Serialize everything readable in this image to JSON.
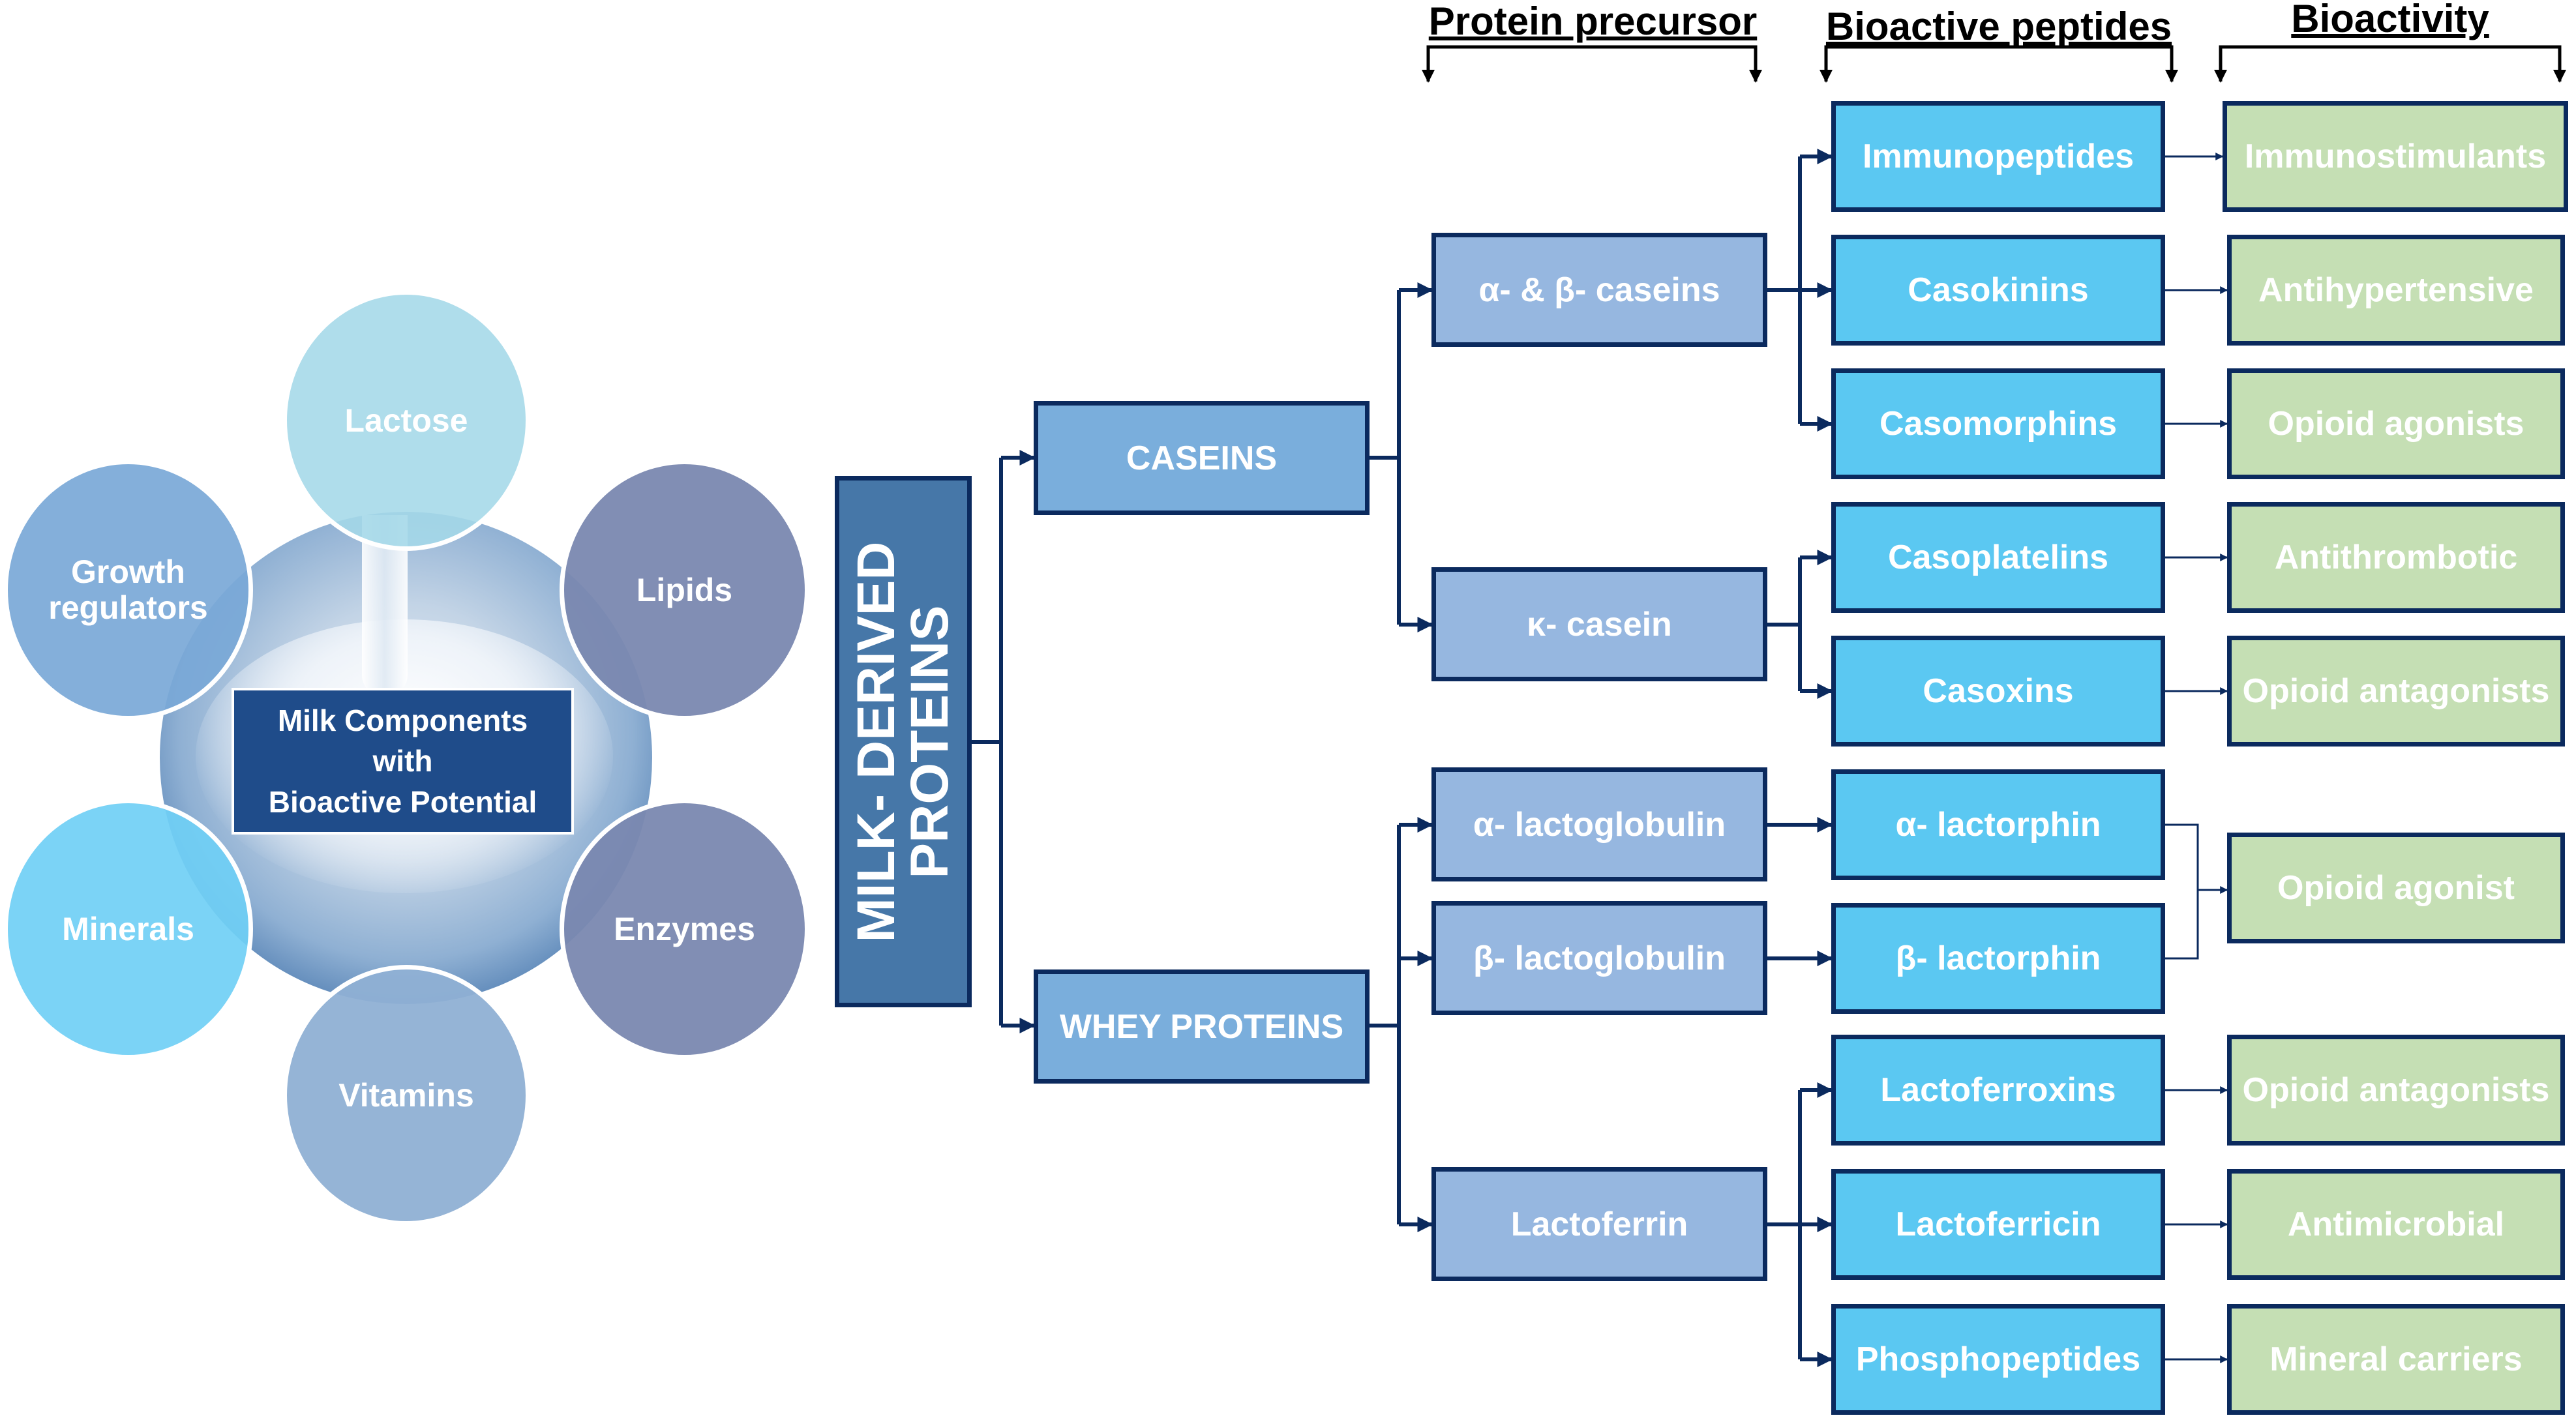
{
  "headers": {
    "protein_precursor": "Protein precursor",
    "bioactive_peptides": "Bioactive peptides",
    "bioactivity": "Bioactivity"
  },
  "milk_components": {
    "title_line1": "Milk Components",
    "title_line2": "with",
    "title_line3": "Bioactive Potential",
    "lactose": "Lactose",
    "lipids": "Lipids",
    "enzymes": "Enzymes",
    "vitamins": "Vitamins",
    "minerals": "Minerals",
    "growth_line1": "Growth",
    "growth_line2": "regulators"
  },
  "main": {
    "milk_derived_line1": "MILK- DERIVED",
    "milk_derived_line2": "PROTEINS"
  },
  "classes": {
    "caseins": "CASEINS",
    "whey": "WHEY PROTEINS"
  },
  "precursors": {
    "alpha_beta_caseins": "α- & β- caseins",
    "kappa_casein": "κ- casein",
    "alpha_lactoglobulin": "α- lactoglobulin",
    "beta_lactoglobulin": "β- lactoglobulin",
    "lactoferrin": "Lactoferrin"
  },
  "peptides": {
    "immunopeptides": "Immunopeptides",
    "casokinins": "Casokinins",
    "casomorphins": "Casomorphins",
    "casoplatelins": "Casoplatelins",
    "casoxins": "Casoxins",
    "alpha_lactorphin": "α- lactorphin",
    "beta_lactorphin": "β- lactorphin",
    "lactoferroxins": "Lactoferroxins",
    "lactoferricin": "Lactoferricin",
    "phosphopeptides": "Phosphopeptides"
  },
  "activities": {
    "immunostimulants": "Immunostimulants",
    "antihypertensive": "Antihypertensive",
    "opioid_agonists": "Opioid agonists",
    "antithrombotic": "Antithrombotic",
    "opioid_antagonists_1": "Opioid antagonists",
    "opioid_agonist": "Opioid agonist",
    "opioid_antagonists_2": "Opioid antagonists",
    "antimicrobial": "Antimicrobial",
    "mineral_carriers": "Mineral carriers"
  },
  "colors": {
    "navy": "#0b2a5e",
    "class_box": "#7aaedc",
    "precursor_box": "#96b7e0",
    "peptide_box": "#5bc8f2",
    "activity_box": "#c5dfb4"
  }
}
